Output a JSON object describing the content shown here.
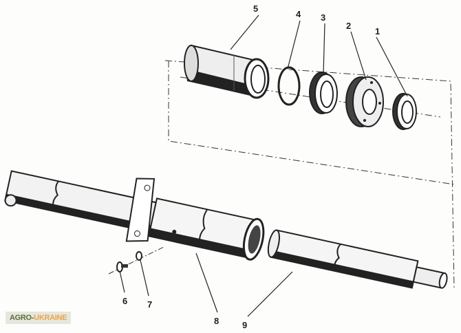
{
  "diagram": {
    "part_labels": [
      "1",
      "2",
      "3",
      "4",
      "5",
      "6",
      "7",
      "8",
      "9"
    ]
  },
  "watermark": {
    "part1": "AGRO-",
    "part2": "UKRAINE"
  }
}
